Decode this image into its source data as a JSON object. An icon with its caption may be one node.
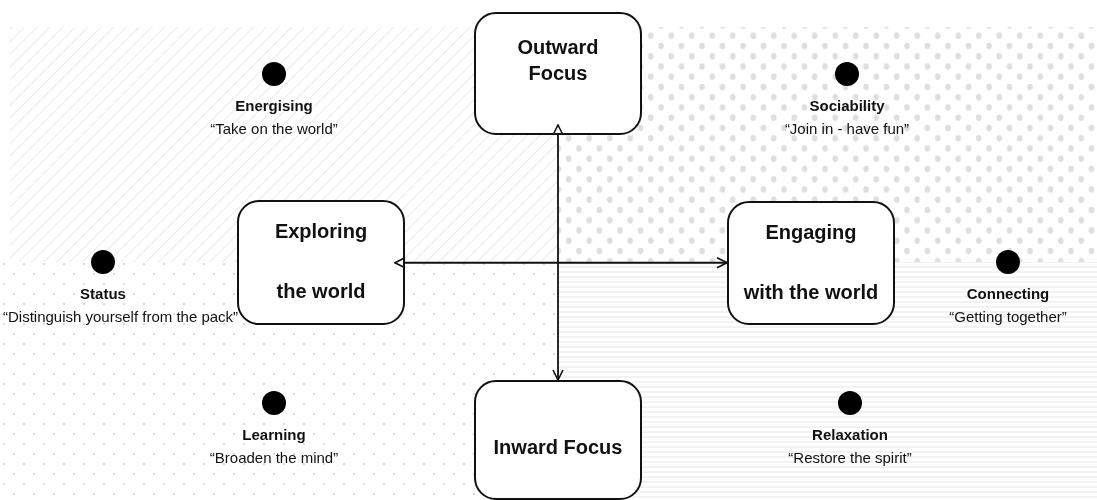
{
  "diagram": {
    "nodes": [
      {
        "text": [
          "Outward Focus"
        ]
      },
      {
        "text": [
          "Energising",
          "“Take on the world”"
        ]
      },
      {
        "text": [
          "Sociability",
          "“Join in - have fun”"
        ]
      },
      {
        "text": [
          "Exploring",
          "the world"
        ]
      },
      {
        "text": [
          "Engaging",
          "with the world"
        ]
      },
      {
        "text": [
          "Status",
          "“Distinguish yourself from the pack”"
        ]
      },
      {
        "text": [
          "Connecting",
          "“Getting together”"
        ]
      },
      {
        "text": [
          "Learning",
          "“Broaden the mind”"
        ]
      },
      {
        "text": [
          "Inward Focus"
        ]
      },
      {
        "text": [
          "Relaxation",
          "“Restore the spirit”"
        ]
      }
    ],
    "edges": [
      {
        "from": 0,
        "to": 8,
        "arrow": "both"
      },
      {
        "from": 3,
        "to": 4,
        "arrow": "both"
      }
    ]
  }
}
